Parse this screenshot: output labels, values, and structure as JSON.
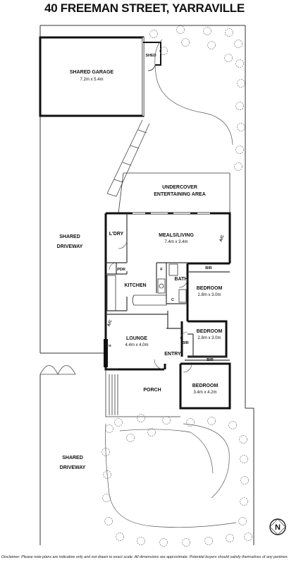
{
  "title": "40 FREEMAN STREET, YARRAVILLE",
  "rooms": {
    "garage": {
      "name": "SHARED GARAGE",
      "dims": "7.2m x 5.4m"
    },
    "shed": {
      "name": "SHED"
    },
    "undercover": {
      "line1": "UNDERCOVER",
      "line2": "ENTERTAINING AREA"
    },
    "laundry": {
      "name": "L'DRY"
    },
    "meals": {
      "name": "MEALS/LIVING",
      "dims": "7.4m x 3.4m"
    },
    "pdr": {
      "name": "PDR"
    },
    "kitchen": {
      "name": "KITCHEN"
    },
    "fridge": {
      "name": "F"
    },
    "bath": {
      "name": "BATH"
    },
    "cupboard": {
      "name": "C"
    },
    "bedroom1": {
      "name": "BEDROOM",
      "dims": "2.8m x 3.0m",
      "bir": "BIR"
    },
    "bedroom2": {
      "name": "BEDROOM",
      "dims": "2.8m x 3.0m",
      "bir": "BIR"
    },
    "bedroom3": {
      "name": "BEDROOM",
      "dims": "3.4m x 4.2m",
      "bir": "BIR"
    },
    "lounge": {
      "name": "LOUNGE",
      "dims": "4.4m x 4.0m"
    },
    "entry": {
      "name": "ENTRY"
    },
    "porch": {
      "name": "PORCH"
    },
    "driveway_top": {
      "line1": "SHARED",
      "line2": "DRIVEWAY"
    },
    "driveway_bottom": {
      "line1": "SHARED",
      "line2": "DRIVEWAY"
    },
    "ac_meals": "A/C",
    "ac_lounge": "A/C",
    "fireplace": "F"
  },
  "compass": "N",
  "disclaimer": "Disclaimer: Please note plans are indicative only and not drawn to exact scale. All dimensions are approximate. Potential buyers should satisfy themselves of any pertinent matters."
}
